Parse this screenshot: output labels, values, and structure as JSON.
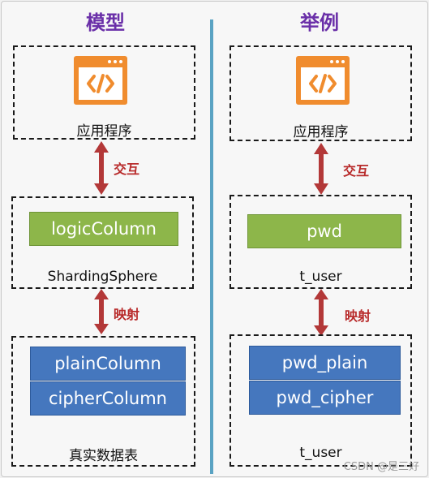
{
  "left": {
    "title": "模型",
    "app_label": "应用程序",
    "interaction_label": "交互",
    "logic_column": "logicColumn",
    "middleware_label": "ShardingSphere",
    "mapping_label": "映射",
    "plain_column": "plainColumn",
    "cipher_column": "cipherColumn",
    "table_label": "真实数据表"
  },
  "right": {
    "title": "举例",
    "app_label": "应用程序",
    "interaction_label": "交互",
    "logic_column": "pwd",
    "middleware_label": "t_user",
    "mapping_label": "映射",
    "plain_column": "pwd_plain",
    "cipher_column": "pwd_cipher",
    "table_label": "t_user"
  },
  "watermark": "CSDN @是三好",
  "colors": {
    "icon_orange": "#f08c2e",
    "arrow_red": "#b33838",
    "logic_green": "#8db64a",
    "column_blue": "#4577be",
    "divider_blue": "#5aa3c3",
    "title_purple": "#6a2fa8"
  }
}
